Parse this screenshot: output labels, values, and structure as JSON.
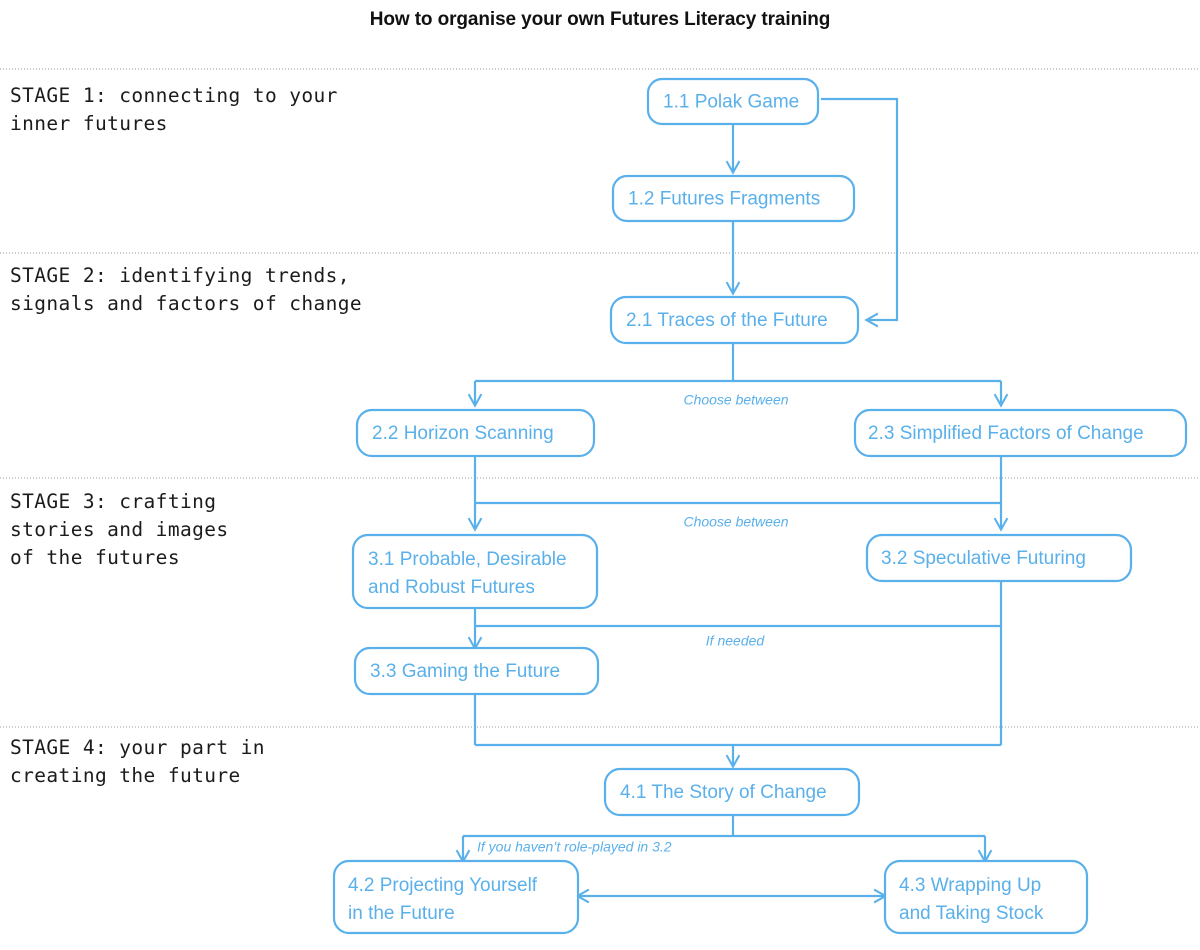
{
  "title": "How to organise your own Futures Literacy training",
  "colors": {
    "accent": "#5ab0ea",
    "text": "#1b1b1b",
    "separator": "#9a9a9a",
    "background": "#ffffff"
  },
  "stages": [
    {
      "id": "stage-1",
      "label": "STAGE 1: connecting to your\ninner futures",
      "line1": "STAGE 1: connecting to your",
      "line2": "inner futures"
    },
    {
      "id": "stage-2",
      "label": "STAGE 2: identifying trends,\nsignals and factors of change",
      "line1": "STAGE 2: identifying trends,",
      "line2": "signals and factors of change"
    },
    {
      "id": "stage-3",
      "label": "STAGE 3: crafting\nstories and images\nof the futures",
      "line1": "STAGE 3: crafting",
      "line2": "stories and images",
      "line3": "of the futures"
    },
    {
      "id": "stage-4",
      "label": "STAGE 4: your part in\ncreating the future",
      "line1": "STAGE 4: your part in",
      "line2": "creating the future"
    }
  ],
  "nodes": [
    {
      "id": "n11",
      "number": "1.1",
      "label": "1.1 Polak Game",
      "stage": 1
    },
    {
      "id": "n12",
      "number": "1.2",
      "label": "1.2 Futures Fragments",
      "stage": 1
    },
    {
      "id": "n21",
      "number": "2.1",
      "label": "2.1 Traces of the Future",
      "stage": 2
    },
    {
      "id": "n22",
      "number": "2.2",
      "label": "2.2 Horizon Scanning",
      "stage": 2
    },
    {
      "id": "n23",
      "number": "2.3",
      "label": "2.3 Simplified Factors of Change",
      "stage": 2
    },
    {
      "id": "n31",
      "number": "3.1",
      "label": "3.1 Probable, Desirable and Robust Futures",
      "line1": "3.1 Probable, Desirable",
      "line2": "and Robust Futures",
      "stage": 3
    },
    {
      "id": "n32",
      "number": "3.2",
      "label": "3.2 Speculative Futuring",
      "stage": 3
    },
    {
      "id": "n33",
      "number": "3.3",
      "label": "3.3 Gaming the Future",
      "stage": 3
    },
    {
      "id": "n41",
      "number": "4.1",
      "label": "4.1 The Story of Change",
      "stage": 4
    },
    {
      "id": "n42",
      "number": "4.2",
      "label": "4.2 Projecting Yourself in the Future",
      "line1": "4.2 Projecting Yourself",
      "line2": "in the Future",
      "stage": 4
    },
    {
      "id": "n43",
      "number": "4.3",
      "label": "4.3 Wrapping Up and Taking Stock",
      "line1": "4.3 Wrapping Up",
      "line2": "and Taking Stock",
      "stage": 4
    }
  ],
  "edge_labels": [
    {
      "id": "choose-1",
      "text": "Choose between"
    },
    {
      "id": "choose-2",
      "text": "Choose between"
    },
    {
      "id": "if-needed",
      "text": "If needed"
    },
    {
      "id": "if-not-roleplayed",
      "text": "If you haven’t role-played in 3.2"
    }
  ]
}
